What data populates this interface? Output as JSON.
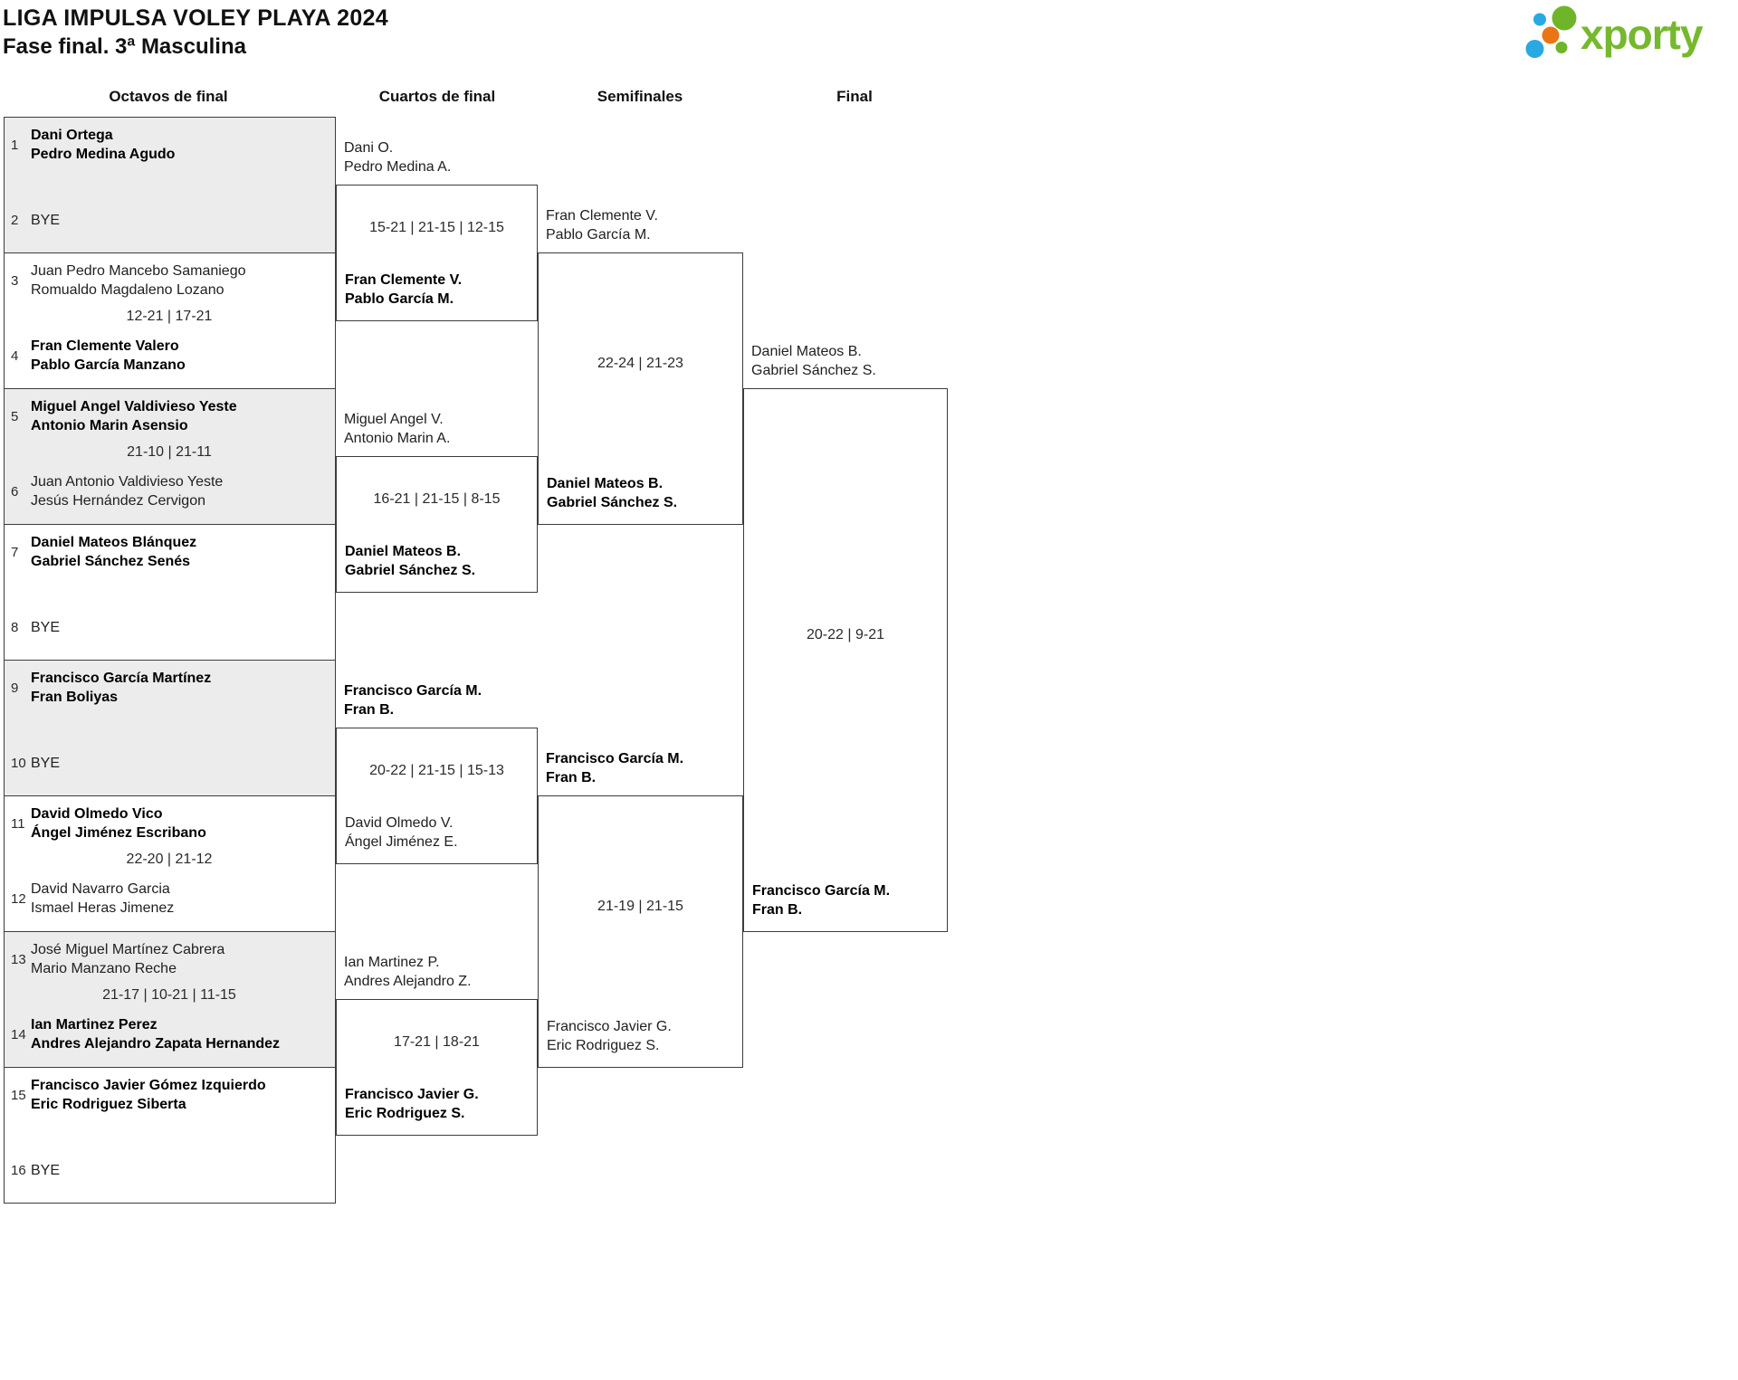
{
  "header": {
    "title": "LIGA IMPULSA VOLEY PLAYA 2024",
    "subtitle": "Fase final. 3ª Masculina"
  },
  "logo": {
    "brand": "xporty",
    "colors": {
      "green": "#76b82e",
      "blue": "#29a9e1",
      "orange": "#e97514"
    }
  },
  "colors": {
    "box_border": "#3c3c3c",
    "shaded_box": "#ececec",
    "text": "#212121",
    "winner_text": "#000000"
  },
  "columns": [
    {
      "label": "Octavos de final"
    },
    {
      "label": "Cuartos de final"
    },
    {
      "label": "Semifinales"
    },
    {
      "label": "Final"
    }
  ],
  "octavos": [
    {
      "seed1": "1",
      "team1": [
        "Dani Ortega",
        "Pedro Medina Agudo"
      ],
      "team1_winner": true,
      "score": "",
      "seed2": "2",
      "team2": [
        "BYE"
      ],
      "team2_winner": false,
      "shaded": true
    },
    {
      "seed1": "3",
      "team1": [
        "Juan Pedro Mancebo Samaniego",
        "Romualdo Magdaleno Lozano"
      ],
      "team1_winner": false,
      "score": "12-21 | 17-21",
      "seed2": "4",
      "team2": [
        "Fran Clemente Valero",
        "Pablo García Manzano"
      ],
      "team2_winner": true,
      "shaded": false
    },
    {
      "seed1": "5",
      "team1": [
        "Miguel Angel Valdivieso Yeste",
        "Antonio Marin Asensio"
      ],
      "team1_winner": true,
      "score": "21-10 | 21-11",
      "seed2": "6",
      "team2": [
        "Juan Antonio Valdivieso Yeste",
        "Jesús Hernández Cervigon"
      ],
      "team2_winner": false,
      "shaded": true
    },
    {
      "seed1": "7",
      "team1": [
        "Daniel Mateos Blánquez",
        "Gabriel Sánchez Senés"
      ],
      "team1_winner": true,
      "score": "",
      "seed2": "8",
      "team2": [
        "BYE"
      ],
      "team2_winner": false,
      "shaded": false
    },
    {
      "seed1": "9",
      "team1": [
        "Francisco García Martínez",
        "Fran Boliyas"
      ],
      "team1_winner": true,
      "score": "",
      "seed2": "10",
      "team2": [
        "BYE"
      ],
      "team2_winner": false,
      "shaded": true
    },
    {
      "seed1": "11",
      "team1": [
        "David Olmedo Vico",
        "Ángel Jiménez Escribano"
      ],
      "team1_winner": true,
      "score": "22-20 | 21-12",
      "seed2": "12",
      "team2": [
        "David Navarro Garcia",
        "Ismael Heras Jimenez"
      ],
      "team2_winner": false,
      "shaded": false
    },
    {
      "seed1": "13",
      "team1": [
        "José Miguel Martínez Cabrera",
        "Mario Manzano Reche"
      ],
      "team1_winner": false,
      "score": "21-17 | 10-21 | 11-15",
      "seed2": "14",
      "team2": [
        "Ian Martinez Perez",
        "Andres Alejandro Zapata Hernandez"
      ],
      "team2_winner": true,
      "shaded": true
    },
    {
      "seed1": "15",
      "team1": [
        "Francisco Javier Gómez Izquierdo",
        "Eric Rodriguez Siberta"
      ],
      "team1_winner": true,
      "score": "",
      "seed2": "16",
      "team2": [
        "BYE"
      ],
      "team2_winner": false,
      "shaded": false
    }
  ],
  "cuartos": [
    {
      "top": [
        "Dani O.",
        "Pedro Medina A."
      ],
      "top_winner": false,
      "score": "15-21 | 21-15 | 12-15",
      "bottom": [
        "Fran Clemente V.",
        "Pablo García M."
      ],
      "bottom_winner": true
    },
    {
      "top": [
        "Miguel Angel V.",
        "Antonio Marin A."
      ],
      "top_winner": false,
      "score": "16-21 | 21-15 | 8-15",
      "bottom": [
        "Daniel Mateos B.",
        "Gabriel Sánchez S."
      ],
      "bottom_winner": true
    },
    {
      "top": [
        "Francisco García M.",
        "Fran B."
      ],
      "top_winner": true,
      "score": "20-22 | 21-15 | 15-13",
      "bottom": [
        "David Olmedo V.",
        "Ángel Jiménez E."
      ],
      "bottom_winner": false
    },
    {
      "top": [
        "Ian Martinez P.",
        "Andres Alejandro Z."
      ],
      "top_winner": false,
      "score": "17-21 | 18-21",
      "bottom": [
        "Francisco Javier G.",
        "Eric Rodriguez S."
      ],
      "bottom_winner": true
    }
  ],
  "semifinales": [
    {
      "top": [
        "Fran Clemente V.",
        "Pablo García M."
      ],
      "top_winner": false,
      "score": "22-24 | 21-23",
      "bottom": [
        "Daniel Mateos B.",
        "Gabriel Sánchez S."
      ],
      "bottom_winner": true
    },
    {
      "top": [
        "Francisco García M.",
        "Fran B."
      ],
      "top_winner": true,
      "score": "21-19 | 21-15",
      "bottom": [
        "Francisco Javier G.",
        "Eric Rodriguez S."
      ],
      "bottom_winner": false
    }
  ],
  "final": {
    "top": [
      "Daniel Mateos B.",
      "Gabriel Sánchez S."
    ],
    "top_winner": false,
    "score": "20-22 | 9-21",
    "bottom": [
      "Francisco García M.",
      "Fran B."
    ],
    "bottom_winner": true
  }
}
